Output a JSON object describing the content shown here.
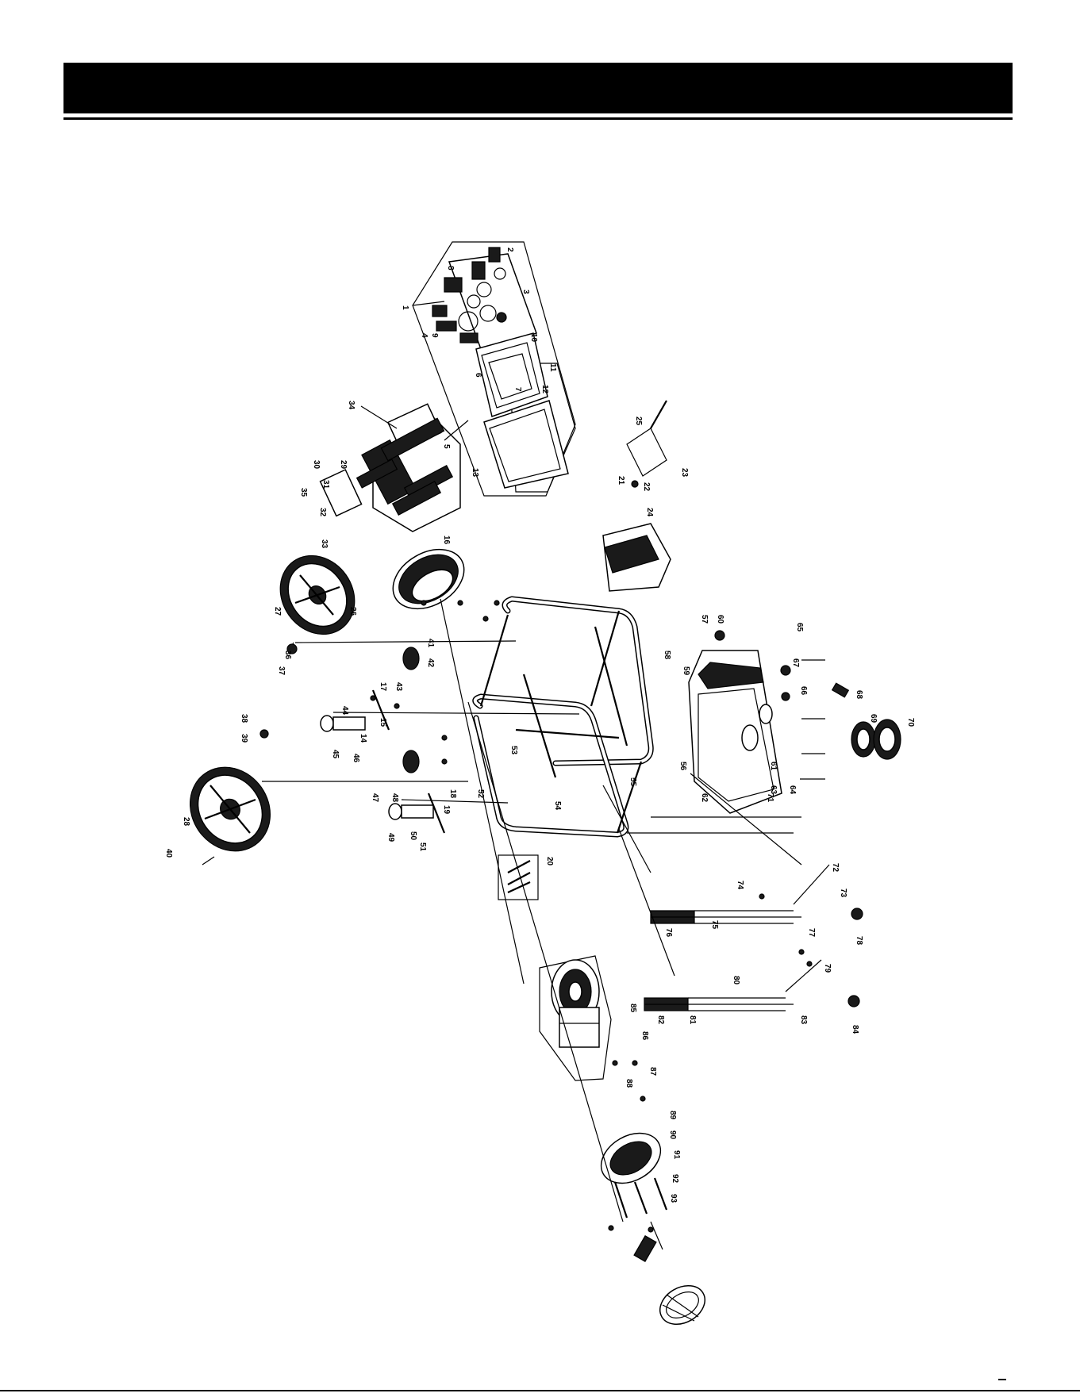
{
  "header": {
    "title": ""
  },
  "diagram": {
    "callouts": [
      "1",
      "2",
      "3",
      "4",
      "5",
      "6",
      "7",
      "8",
      "9",
      "10",
      "11",
      "12",
      "13",
      "14",
      "15",
      "16",
      "17",
      "18",
      "19",
      "20",
      "21",
      "22",
      "23",
      "24",
      "25",
      "26",
      "27",
      "28",
      "29",
      "30",
      "31",
      "32",
      "33",
      "34",
      "35",
      "36",
      "37",
      "38",
      "39",
      "40",
      "41",
      "42",
      "43",
      "44",
      "45",
      "46",
      "47",
      "48",
      "49",
      "50",
      "51",
      "52",
      "53",
      "54",
      "55",
      "56",
      "57",
      "58",
      "59",
      "60",
      "61",
      "62",
      "63",
      "64",
      "65",
      "66",
      "67",
      "68",
      "69",
      "70",
      "71",
      "72",
      "73",
      "74",
      "75",
      "76",
      "77",
      "78",
      "79",
      "80",
      "81",
      "82",
      "83",
      "84",
      "85",
      "86",
      "87",
      "88",
      "89",
      "90",
      "91",
      "92",
      "93"
    ]
  },
  "colors": {
    "ink": "#000000",
    "paper": "#ffffff",
    "header_bg": "#000000"
  }
}
